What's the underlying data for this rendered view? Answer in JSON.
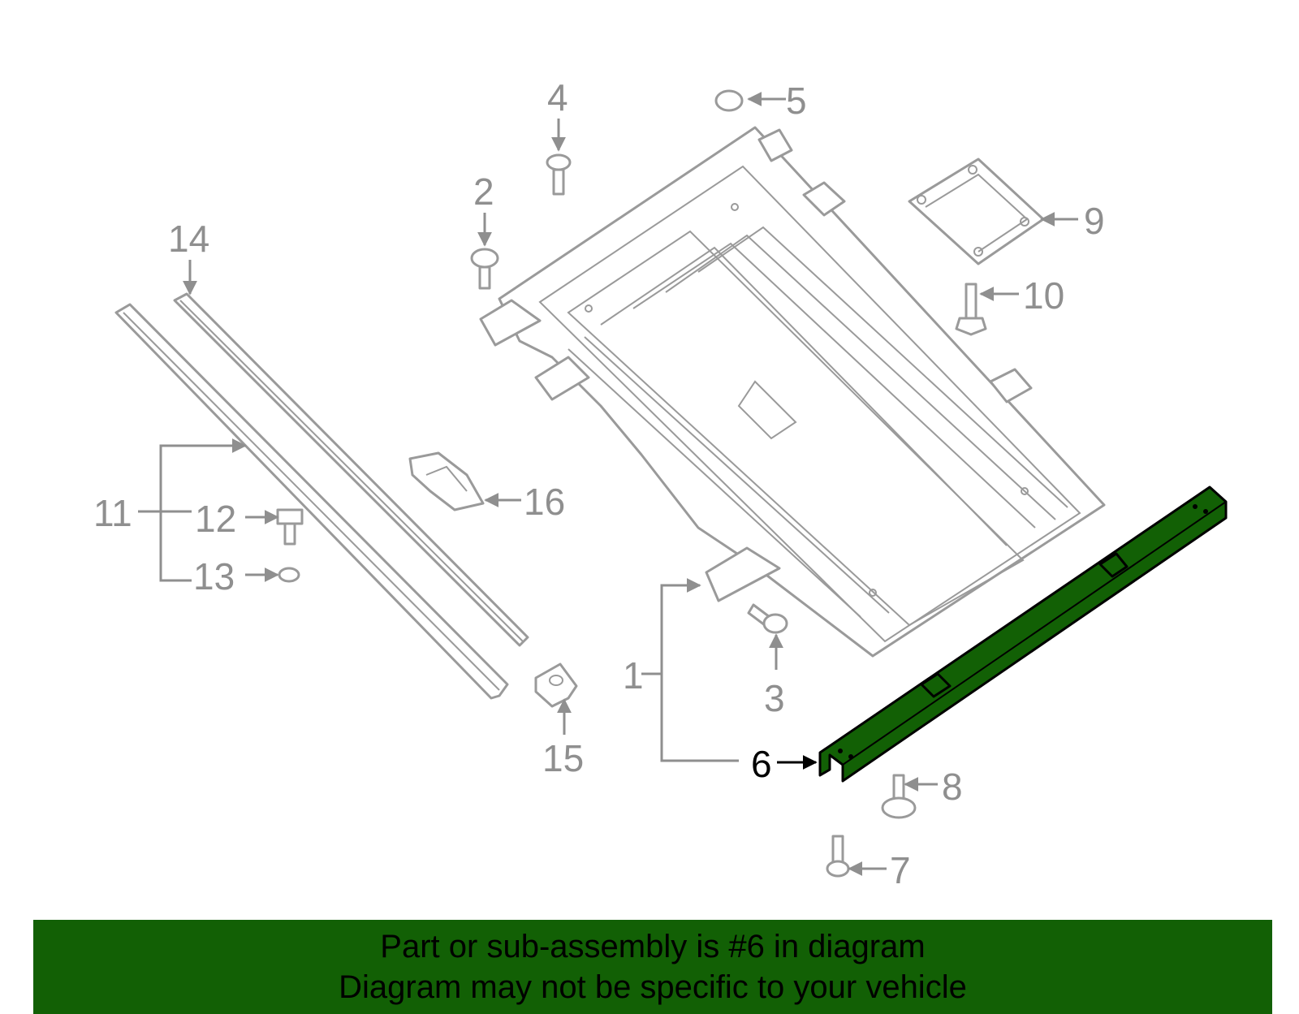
{
  "callouts": {
    "c1": "1",
    "c2": "2",
    "c3": "3",
    "c4": "4",
    "c5": "5",
    "c6": "6",
    "c7": "7",
    "c8": "8",
    "c9": "9",
    "c10": "10",
    "c11": "11",
    "c12": "12",
    "c13": "13",
    "c14": "14",
    "c15": "15",
    "c16": "16"
  },
  "banner": {
    "line1": "Part or sub-assembly is #6 in diagram",
    "line2": "Diagram may not be specific to your vehicle"
  },
  "colors": {
    "highlight": "#126005",
    "lines": "#8f8f8f",
    "highlight_text": "#000000"
  }
}
